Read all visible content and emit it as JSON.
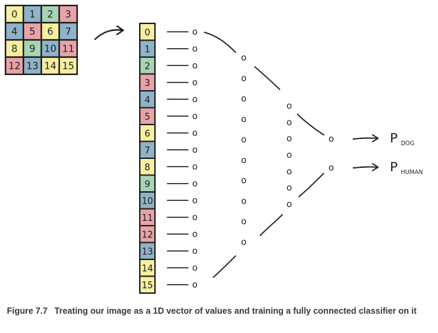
{
  "colors": {
    "yellow": "#f7efa0",
    "blue": "#8fb3c9",
    "red": "#e8a3a8",
    "green": "#a9d3b4",
    "ink": "#1f1f1f"
  },
  "grid": {
    "rows": [
      [
        {
          "label": "0",
          "color": "yellow"
        },
        {
          "label": "1",
          "color": "blue"
        },
        {
          "label": "2",
          "color": "green"
        },
        {
          "label": "3",
          "color": "red"
        }
      ],
      [
        {
          "label": "4",
          "color": "blue"
        },
        {
          "label": "5",
          "color": "red"
        },
        {
          "label": "6",
          "color": "yellow"
        },
        {
          "label": "7",
          "color": "blue"
        }
      ],
      [
        {
          "label": "8",
          "color": "yellow"
        },
        {
          "label": "9",
          "color": "green"
        },
        {
          "label": "10",
          "color": "blue"
        },
        {
          "label": "11",
          "color": "red"
        }
      ],
      [
        {
          "label": "12",
          "color": "red"
        },
        {
          "label": "13",
          "color": "blue"
        },
        {
          "label": "14",
          "color": "yellow"
        },
        {
          "label": "15",
          "color": "yellow"
        }
      ]
    ]
  },
  "vector": {
    "cells": [
      {
        "label": "0",
        "color": "yellow"
      },
      {
        "label": "1",
        "color": "blue"
      },
      {
        "label": "2",
        "color": "green"
      },
      {
        "label": "3",
        "color": "red"
      },
      {
        "label": "4",
        "color": "blue"
      },
      {
        "label": "5",
        "color": "red"
      },
      {
        "label": "6",
        "color": "yellow"
      },
      {
        "label": "7",
        "color": "blue"
      },
      {
        "label": "8",
        "color": "yellow"
      },
      {
        "label": "9",
        "color": "green"
      },
      {
        "label": "10",
        "color": "blue"
      },
      {
        "label": "11",
        "color": "red"
      },
      {
        "label": "12",
        "color": "red"
      },
      {
        "label": "13",
        "color": "blue"
      },
      {
        "label": "14",
        "color": "yellow"
      },
      {
        "label": "15",
        "color": "yellow"
      }
    ]
  },
  "network": {
    "node_glyph": "o",
    "input_nodes": 16,
    "hidden1_nodes": 10,
    "hidden2_nodes": 7,
    "output_nodes": 2
  },
  "outputs": [
    {
      "main": "P",
      "sub": "DOG"
    },
    {
      "main": "P",
      "sub": "HUMAN"
    }
  ],
  "caption": {
    "figure_number": "Figure 7.7",
    "text": "Treating our image as a 1D vector of values and training a fully connected classifier on it"
  }
}
